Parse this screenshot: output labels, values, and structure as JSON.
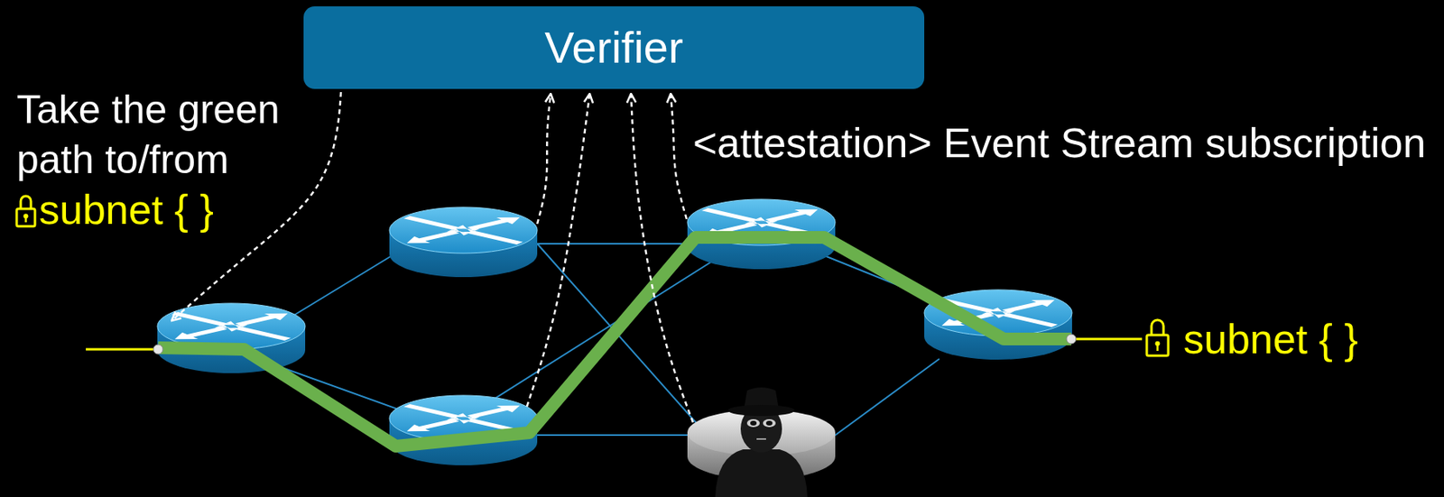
{
  "diagram": {
    "nodes": [
      {
        "text": [
          "Verifier"
        ]
      }
    ],
    "labels": [
      "Take the green path to/from",
      "subnet { }",
      "<attestation> Event Stream subscription",
      "subnet { }"
    ]
  }
}
